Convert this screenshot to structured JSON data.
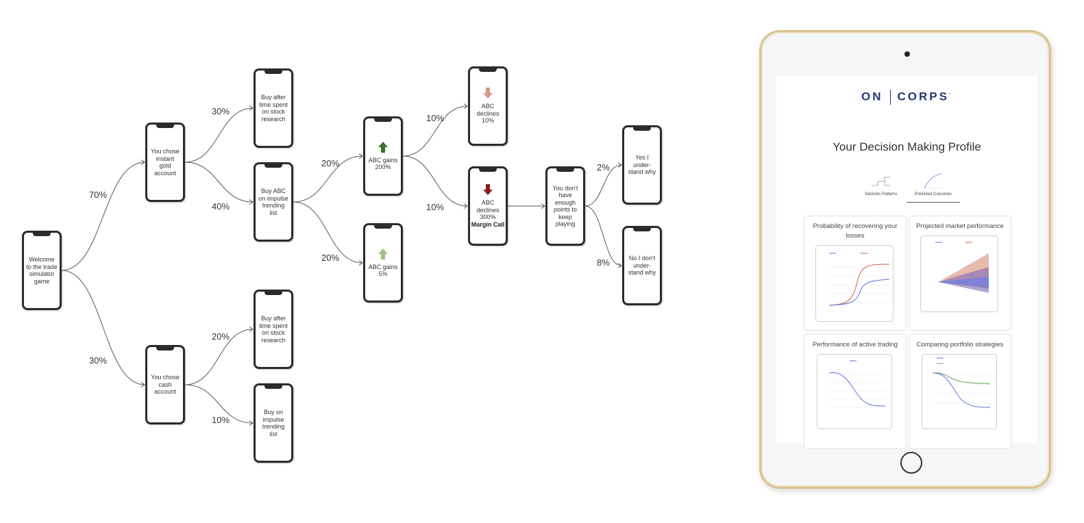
{
  "tree": {
    "nodes": [
      {
        "id": "welcome",
        "text": "Welcome to the trade simulator game"
      },
      {
        "id": "gold",
        "text": "You chose instant gold account"
      },
      {
        "id": "cash",
        "text": "You chose cash account"
      },
      {
        "id": "research1",
        "text": "Buy after time spent on stock research"
      },
      {
        "id": "impulse1",
        "text": "Buy ABC on impulse trending list"
      },
      {
        "id": "research2",
        "text": "Buy after time spent on stock research"
      },
      {
        "id": "impulse2",
        "text": "Buy on impulse trending list"
      },
      {
        "id": "gain200",
        "text": "ABC gains 200%"
      },
      {
        "id": "gain5",
        "text": "ABC gains 5%"
      },
      {
        "id": "decl10",
        "text": "ABC declines 10%"
      },
      {
        "id": "decl300",
        "text": "ABC declines 300%",
        "strong": "Margin Call"
      },
      {
        "id": "nopoints",
        "text": "You don't have enough points to keep playing"
      },
      {
        "id": "yes",
        "text": "Yes I under-stand why"
      },
      {
        "id": "no",
        "text": "No I don't under-stand why"
      }
    ],
    "edges": [
      {
        "from": "welcome",
        "to": "gold",
        "label": "70%"
      },
      {
        "from": "welcome",
        "to": "cash",
        "label": "30%"
      },
      {
        "from": "gold",
        "to": "research1",
        "label": "30%"
      },
      {
        "from": "gold",
        "to": "impulse1",
        "label": "40%"
      },
      {
        "from": "cash",
        "to": "research2",
        "label": "20%"
      },
      {
        "from": "cash",
        "to": "impulse2",
        "label": "10%"
      },
      {
        "from": "impulse1",
        "to": "gain200",
        "label": "20%"
      },
      {
        "from": "impulse1",
        "to": "gain5",
        "label": "20%"
      },
      {
        "from": "gain200",
        "to": "decl10",
        "label": "10%"
      },
      {
        "from": "gain200",
        "to": "decl300",
        "label": "10%"
      },
      {
        "from": "decl300",
        "to": "nopoints",
        "label": ""
      },
      {
        "from": "nopoints",
        "to": "yes",
        "label": "2%"
      },
      {
        "from": "nopoints",
        "to": "no",
        "label": "8%"
      }
    ]
  },
  "tablet": {
    "logo_left": "ON",
    "logo_right": "CORPS",
    "title": "Your Decision Making Profile",
    "tabs": [
      {
        "label": "Decision Patterns",
        "active": false
      },
      {
        "label": "Predicted Outcomes",
        "active": true
      }
    ],
    "cards": [
      {
        "title": "Probability of recovering your losses"
      },
      {
        "title": "Projected market performance"
      },
      {
        "title": "Performance of active trading"
      },
      {
        "title": "Comparing portfolio strategies"
      }
    ]
  },
  "colors": {
    "gain_strong": "#3f6e2a",
    "gain_light": "#9cc48a",
    "decline_light": "#d9968a",
    "decline_strong": "#8b1d1d",
    "brand": "#1d3a78",
    "series_you": "#5b6ee8",
    "series_sp": "#c9623f",
    "series_green": "#5f9e5a"
  },
  "icons": {
    "gain200": "up-arrow-icon",
    "gain5": "up-arrow-icon",
    "decl10": "down-arrow-icon",
    "decl300": "down-arrow-icon"
  }
}
